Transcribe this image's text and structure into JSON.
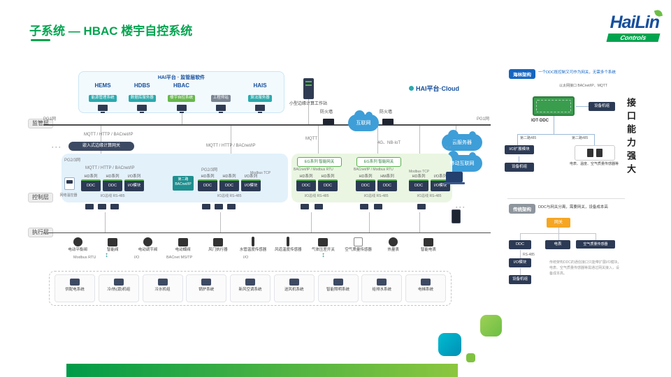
{
  "slide": {
    "title": "子系统 — HBAC 楼宇自控系统",
    "logo": {
      "name": "HaiLin",
      "sub": "Controls"
    },
    "side_note": "接口能力强大"
  },
  "colors": {
    "accent_green": "#00A44F",
    "logo_blue": "#164F9C",
    "chip_navy": "#2C3A55",
    "pcb_green": "#3A9D4E",
    "badge_blue": "#1565C0",
    "badge_gray": "#8E959D",
    "gateway_orange": "#F5A623",
    "cloud_blue": "#3E9ED8",
    "region_blue": "#E3F1FB",
    "region_green": "#EAF6E2",
    "teal": "#1F8F8F"
  },
  "layers": {
    "supervision": "监管层",
    "control": "控制层",
    "execution": "执行层"
  },
  "network": {
    "pg1_left": "PG1网",
    "pg1_right": "PG1网",
    "proto_top1": "MQTT / HTTP / BACnet/IP",
    "proto_top2": "MQTT / HTTP / BACnet/IP",
    "proto_mqtt": "MQTT",
    "proto_4g": "4G、NB-IoT",
    "firewall_left": "防火墙",
    "firewall_right": "防火墙",
    "internet": "互联网",
    "cloud_server": "云服务器",
    "mobile_internet": "移动互联网",
    "cloud_title": "HAI平台·Cloud",
    "workstation": "小型边缘计算工作站",
    "edge_gateway": "嵌入式边缘计算网关",
    "pg23_a": "PG2/3网",
    "pg23_b": "PG2/3网",
    "proto_blue": "MQTT / HTTP / BACnet/IP",
    "modbus_tcp_a": "Modbus TCP",
    "modbus_tcp_b": "Modbus TCP",
    "bacnet_rtu_a": "BACnet/IP / Modbus RTU",
    "bacnet_rtu_b": "BACnet/IP / Modbus RTU",
    "eg1": "EG系列 智能网关",
    "eg2": "EG系列 智能网关",
    "second_route": "第二路 BACnet/IP",
    "thermostat": "网络温控器",
    "dots": "···"
  },
  "platform": {
    "header": "HAI平台 · 监管层软件",
    "items": [
      {
        "abbr": "HEMS",
        "name": "能源管理系统"
      },
      {
        "abbr": "HDBS",
        "name": "数据库服务器"
      },
      {
        "abbr": "HBAC",
        "name": "楼宇自控系统"
      },
      {
        "abbr": "",
        "name": "工程师站"
      },
      {
        "abbr": "HAIS",
        "name": "算法服务器"
      }
    ]
  },
  "clusters": [
    {
      "units": [
        {
          "series": "HD系列",
          "name": "DDC"
        },
        {
          "series": "HD系列",
          "name": "DDC"
        },
        {
          "series": "I/O系列",
          "name": "I/O模块"
        }
      ],
      "bus": "I/O总线 RS-485"
    },
    {
      "units": [
        {
          "series": "HD系列",
          "name": "DDC"
        },
        {
          "series": "HD系列",
          "name": "DDC"
        },
        {
          "series": "I/O系列",
          "name": "I/O模块"
        }
      ],
      "bus": "I/O总线 RS-485"
    },
    {
      "units": [
        {
          "series": "HD系列",
          "name": "DDC"
        },
        {
          "series": "HD系列",
          "name": "DDC"
        }
      ],
      "bus": "I/O总线 RS-485"
    },
    {
      "units": [
        {
          "series": "HD系列",
          "name": "DDC"
        },
        {
          "series": "HM系列",
          "name": "DDC"
        }
      ],
      "bus": "I/O总线 RS-485"
    },
    {
      "units": [
        {
          "series": "HD系列",
          "name": "DDC"
        },
        {
          "series": "I/O系列",
          "name": "I/O模块"
        }
      ],
      "bus": "I/O总线 RS-485"
    }
  ],
  "devices": {
    "items": [
      "电动平衡阀",
      "智能阀",
      "电动调节阀",
      "电动蝶阀",
      "风门执行器",
      "水管温度传感器",
      "风道温度传感器",
      "气体压差开关",
      "空气质量传感器",
      "热量表",
      "智能电表"
    ],
    "buses": [
      "Modbus RTU",
      "I/O",
      "BACnet MS/TP",
      "I/O"
    ],
    "arrow": "↕"
  },
  "systems": {
    "items": [
      "供配电系统",
      "冷/热(源)机组",
      "冷水机组",
      "锅炉系统",
      "新风空调系统",
      "送风机系统",
      "智能照明系统",
      "给排水系统",
      "电梯系统"
    ]
  },
  "right_panel": {
    "hailin": {
      "badge": "海林架构",
      "desc": "一个DDC既控制又可作为网关，无需多个系统",
      "eth_label": "以太网接口 BACnet/IP、MQTT",
      "device": "IOT·DDC",
      "unit_top": "设备机组",
      "bus_left": "第二路485",
      "bus_right": "第二路485",
      "io_module": "I/O扩展模块",
      "unit_bottom": "设备机组",
      "sensors": "电表、温度、空气质量传感器等"
    },
    "legacy": {
      "badge": "传统架构",
      "desc": "DDC与网关分离，需要网关，设备成本高",
      "gateway": "网关",
      "ddc": "DDC",
      "meter": "电表",
      "aq_sensor": "空气质量传感器",
      "rs485": "RS-485",
      "io_module": "I/O模块",
      "unit": "设备机组",
      "note": "传统架构DDC的通信接口只能带扩展I/O模块，电表、空气质量传感器等需通过网关接入，设备成本高。"
    }
  }
}
